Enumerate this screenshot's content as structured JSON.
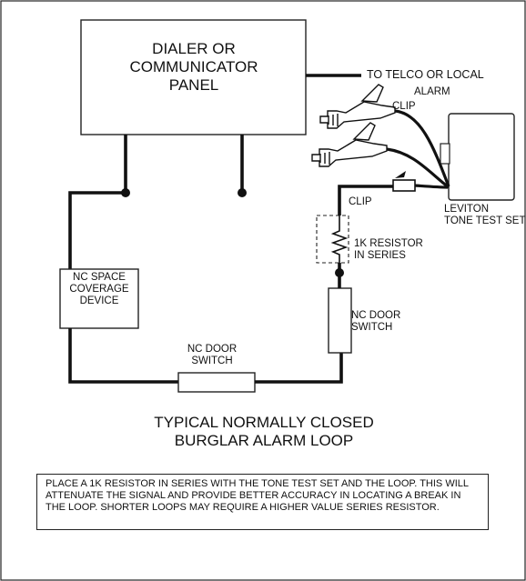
{
  "diagram": {
    "dialer_panel_label": "DIALER OR\nCOMMUNICATOR\nPANEL",
    "nc_space_device_label": "NC SPACE\nCOVERAGE\nDEVICE",
    "telco_label": "TO TELCO OR LOCAL",
    "alarm_label": "ALARM",
    "clip_top_label": "CLIP",
    "clip_bottom_label": "CLIP",
    "tone_test_set_label": "LEVITON\nTONE TEST SET",
    "resistor_label": "1K RESISTOR\nIN SERIES",
    "nc_door_switch_right_label": "NC DOOR\nSWITCH",
    "nc_door_switch_bottom_label": "NC DOOR\nSWITCH",
    "caption": "TYPICAL NORMALLY CLOSED\nBURGLAR ALARM LOOP",
    "note": "PLACE  A 1K RESISTOR IN SERIES WITH THE TONE TEST SET AND THE LOOP.  THIS WILL ATTENUATE THE SIGNAL AND PROVIDE BETTER ACCURACY IN LOCATING A BREAK IN THE LOOP.  SHORTER LOOPS MAY REQUIRE A HIGHER VALUE SERIES RESISTOR."
  }
}
